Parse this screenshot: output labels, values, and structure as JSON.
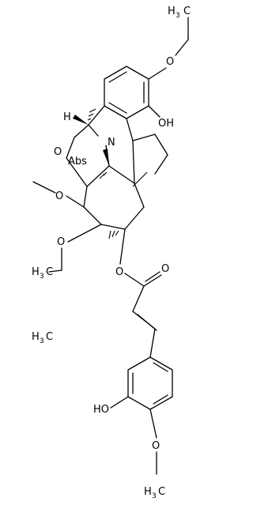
{
  "labels": {
    "methoxy_o_top": "O",
    "h3_top": "H",
    "h3_top_sub": "3",
    "c": "C",
    "phenol_oh_top": "OH",
    "h_stereo": "H",
    "n_atom": "N",
    "abs_marker": "Abs",
    "bridge_o": "O",
    "ketal_o_left": "O",
    "ketal_o_lower": "O",
    "h3_left": "H",
    "h3_left_sub": "3",
    "ester_o_carbonyl": "O",
    "ester_o_link": "O",
    "h3_low": "H",
    "h3_low_sub": "3",
    "phenol_oh_bottom": "HO",
    "methoxy_o_bottom": "O",
    "h3_bottom": "H",
    "h3_bottom_sub": "3"
  }
}
